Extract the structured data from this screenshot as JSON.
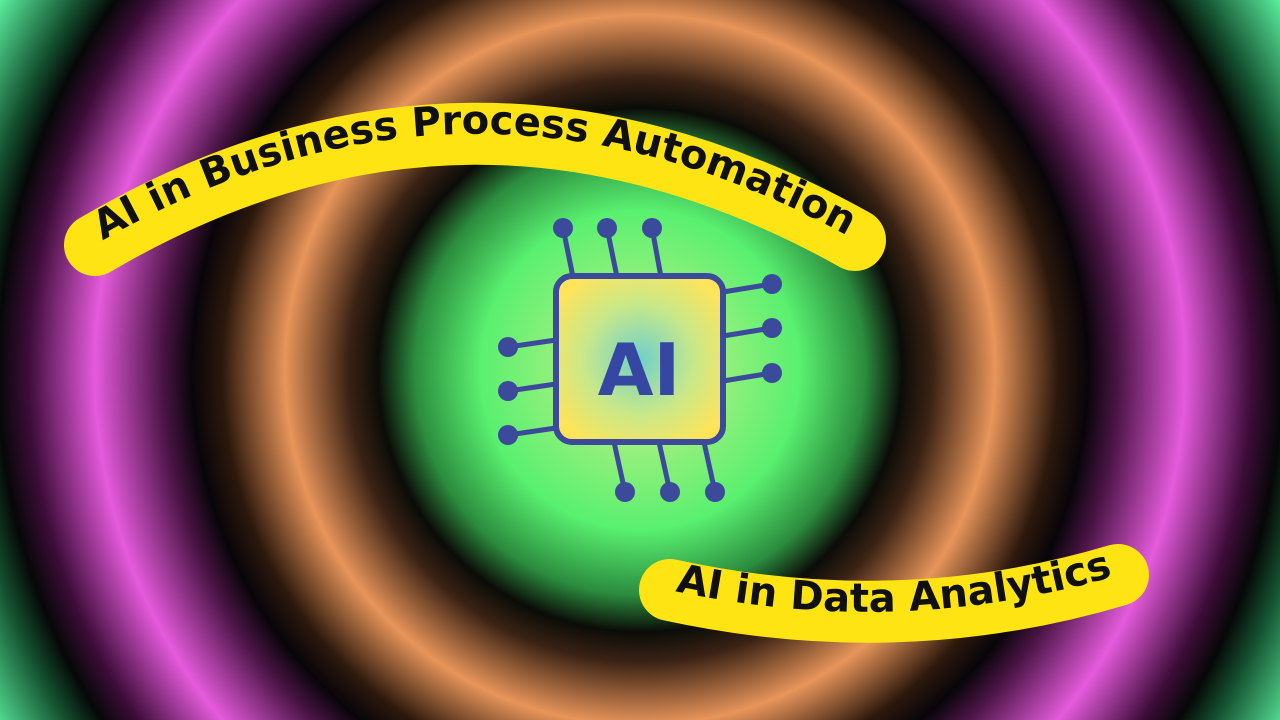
{
  "banner_top": {
    "text": "AI in Business Process Automation"
  },
  "banner_bottom": {
    "text": "AI in Data Analytics"
  },
  "chip": {
    "label": "AI",
    "icon": "ai-chip-icon"
  },
  "colors": {
    "banner_fill": "#ffe414",
    "banner_text": "#101010",
    "chip_stroke": "#3b4a9a",
    "chip_text": "#3547a3",
    "ring_green": "#5cf0a0",
    "ring_orange": "#e8955a",
    "ring_magenta": "#e55bdc",
    "center_glow": "#f2f08a"
  }
}
